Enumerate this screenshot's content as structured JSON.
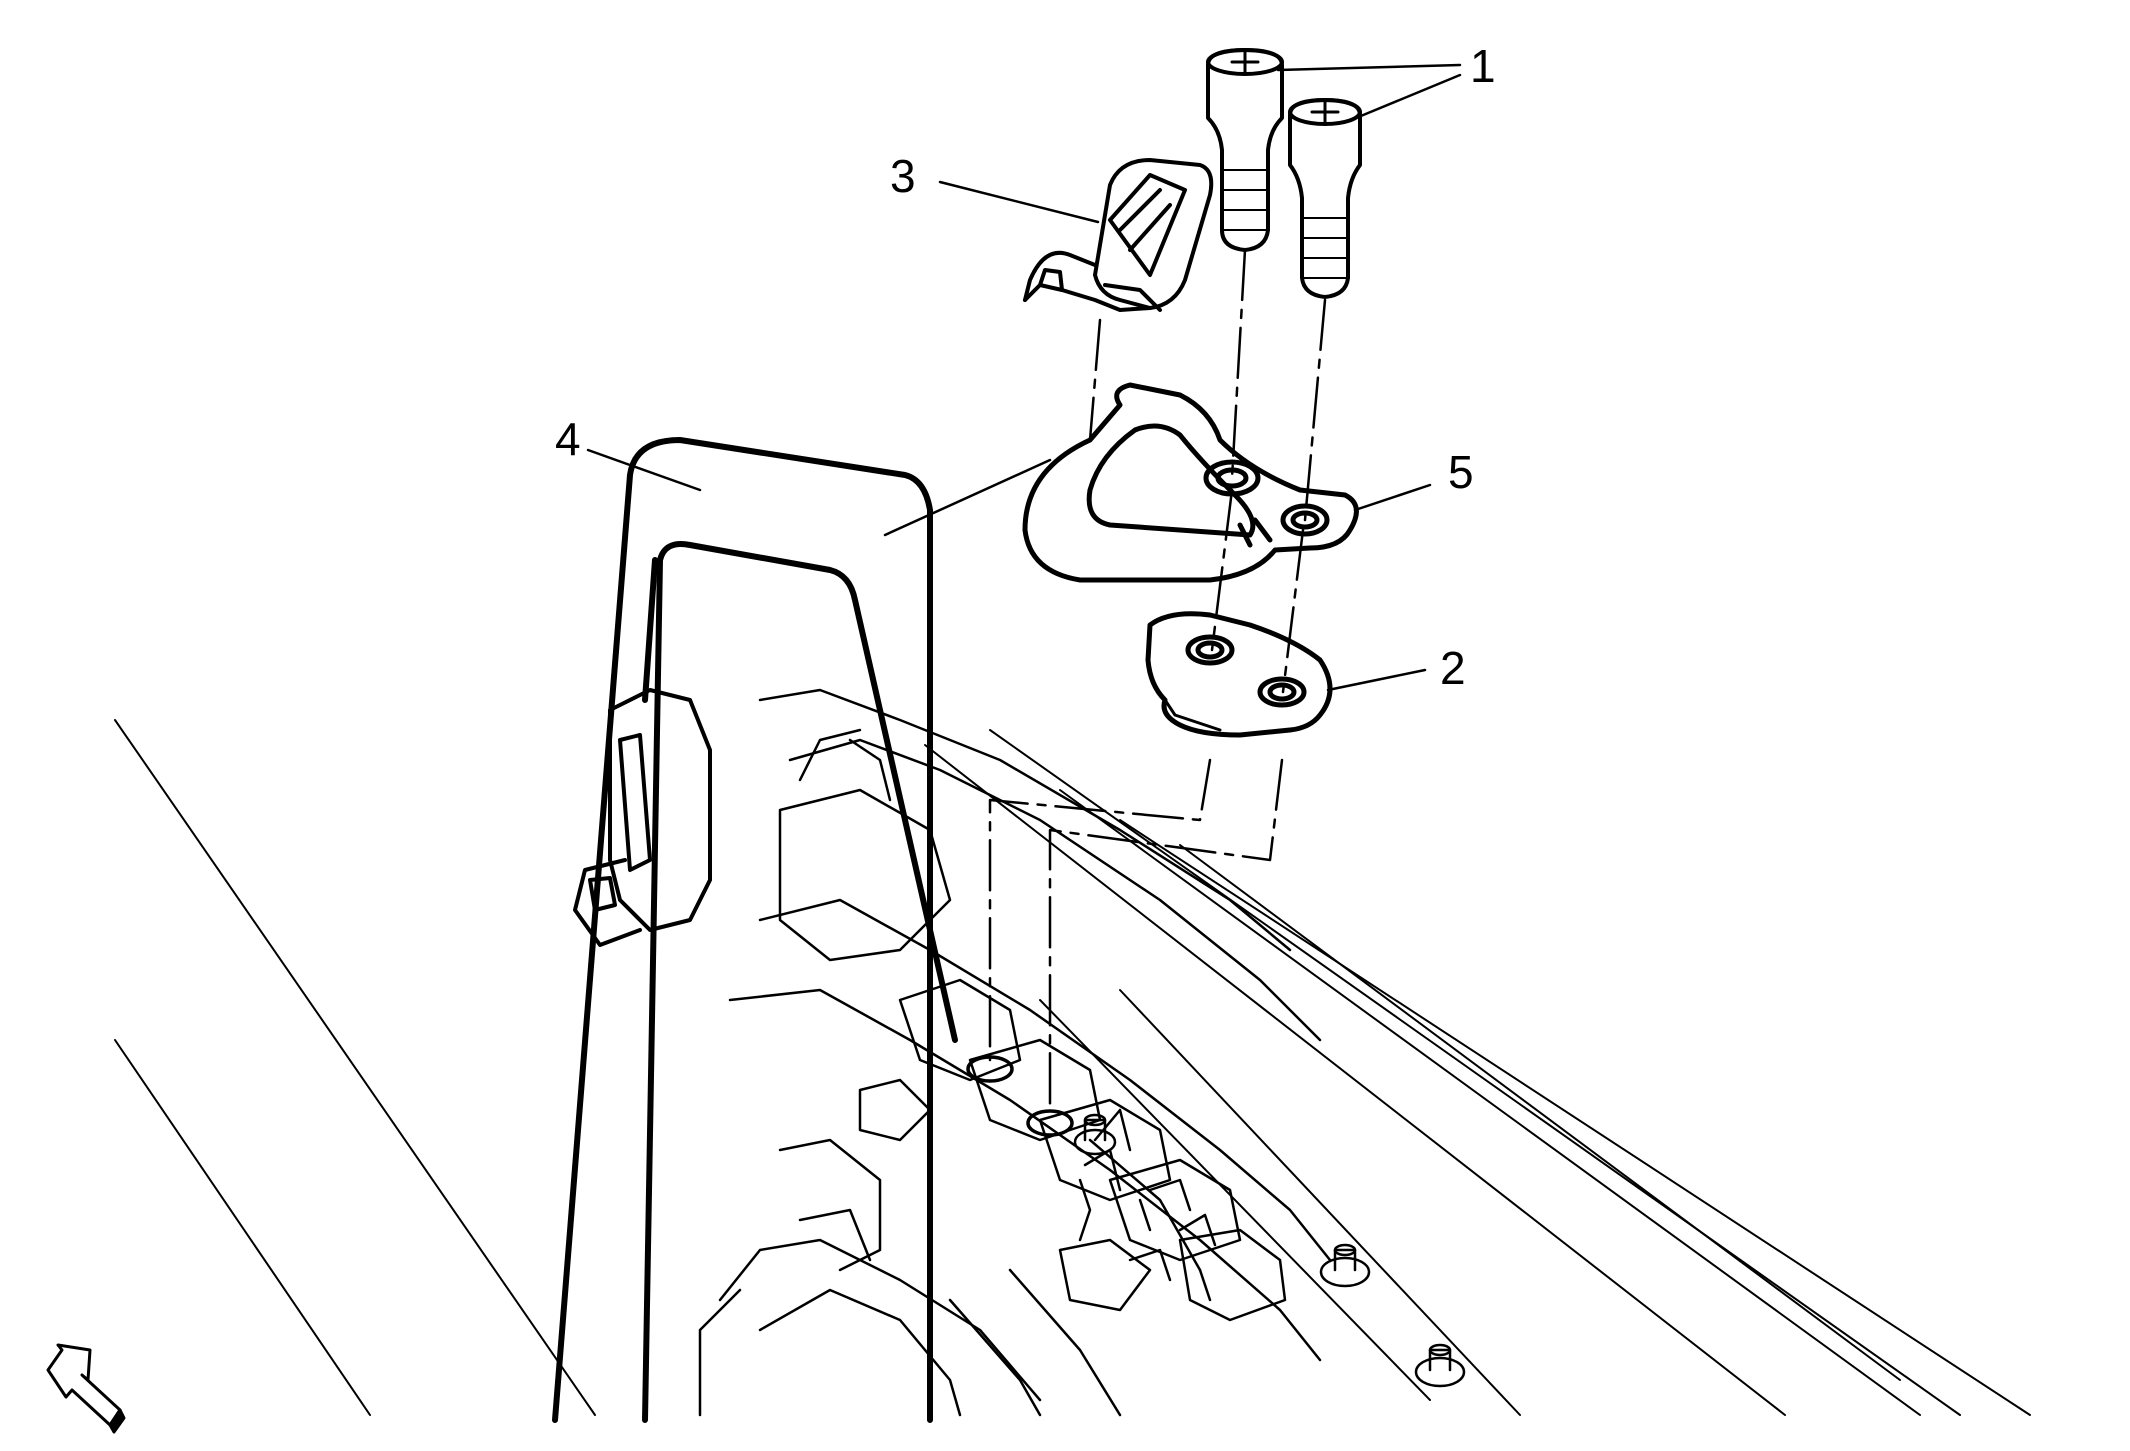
{
  "diagram": {
    "colors": {
      "ink": "#000000",
      "paper": "#ffffff"
    },
    "callouts": [
      {
        "id": "callout-1",
        "label": "1",
        "part": "bolts"
      },
      {
        "id": "callout-2",
        "label": "2",
        "part": "reinforcement-plate"
      },
      {
        "id": "callout-3",
        "label": "3",
        "part": "anchor-cover"
      },
      {
        "id": "callout-4",
        "label": "4",
        "part": "seat-belt-webbing"
      },
      {
        "id": "callout-5",
        "label": "5",
        "part": "belt-anchor"
      }
    ],
    "orientation_icon": "front-direction-arrow-icon"
  }
}
